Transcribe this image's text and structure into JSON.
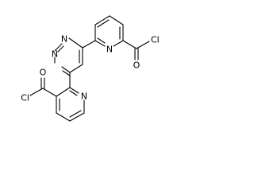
{
  "molecule": {
    "atoms": {
      "pyrimidine_n1": "N",
      "pyrimidine_n3": "N",
      "upper_pyridine_n": "N",
      "lower_pyridine_n": "N",
      "upper_carbonyl_o": "O",
      "upper_chlorine": "Cl",
      "lower_carbonyl_o": "O",
      "lower_chlorine": "Cl"
    }
  }
}
